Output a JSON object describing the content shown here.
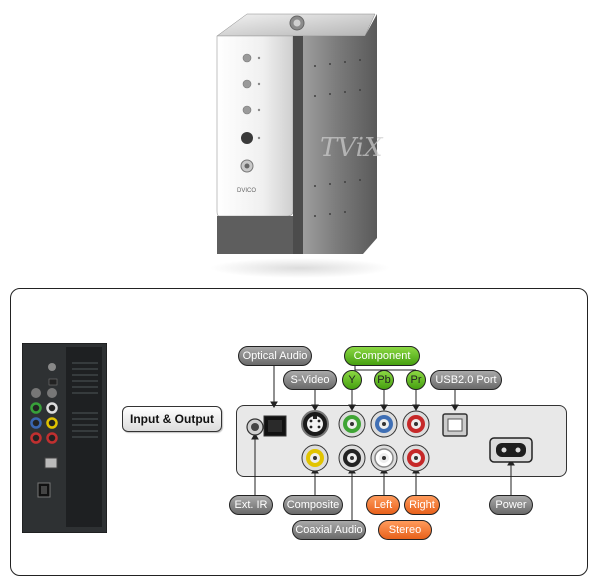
{
  "title": "Input & Output",
  "labels": {
    "optical_audio": "Optical Audio",
    "component": "Component",
    "s_video": "S-Video",
    "y": "Y",
    "pb": "Pb",
    "pr": "Pr",
    "usb": "USB2.0 Port",
    "ext_ir": "Ext. IR",
    "composite": "Composite",
    "coaxial_audio": "Coaxial Audio",
    "left": "Left",
    "right": "Right",
    "stereo": "Stereo",
    "power": "Power"
  },
  "product": {
    "brand": "DVICO",
    "model_mark": "TViX"
  },
  "colors": {
    "pill_gray": "#7a7a7a",
    "pill_green": "#5cb31f",
    "pill_orange": "#f07430",
    "ring_green": "#3fa535",
    "ring_blue": "#3f6fb5",
    "ring_red": "#c62828",
    "ring_yellow": "#e2c400"
  }
}
